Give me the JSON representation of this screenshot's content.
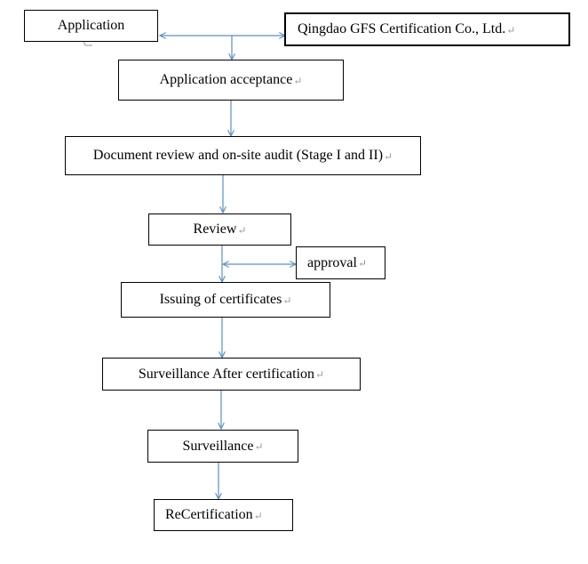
{
  "nodes": {
    "application": "Application",
    "certifier": "Qingdao GFS Certification Co., Ltd.",
    "acceptance": "Application acceptance",
    "document_review": "Document review and on-site audit (Stage I and II)",
    "review": "Review",
    "approval": "approval",
    "issuing": "Issuing of certificates",
    "surveillance_after": "Surveillance After certification",
    "surveillance": "Surveillance",
    "recertification": "ReCertification"
  },
  "paragraph_mark": "↵",
  "colors": {
    "arrow": "#5b8fc7",
    "border": "#000000"
  }
}
